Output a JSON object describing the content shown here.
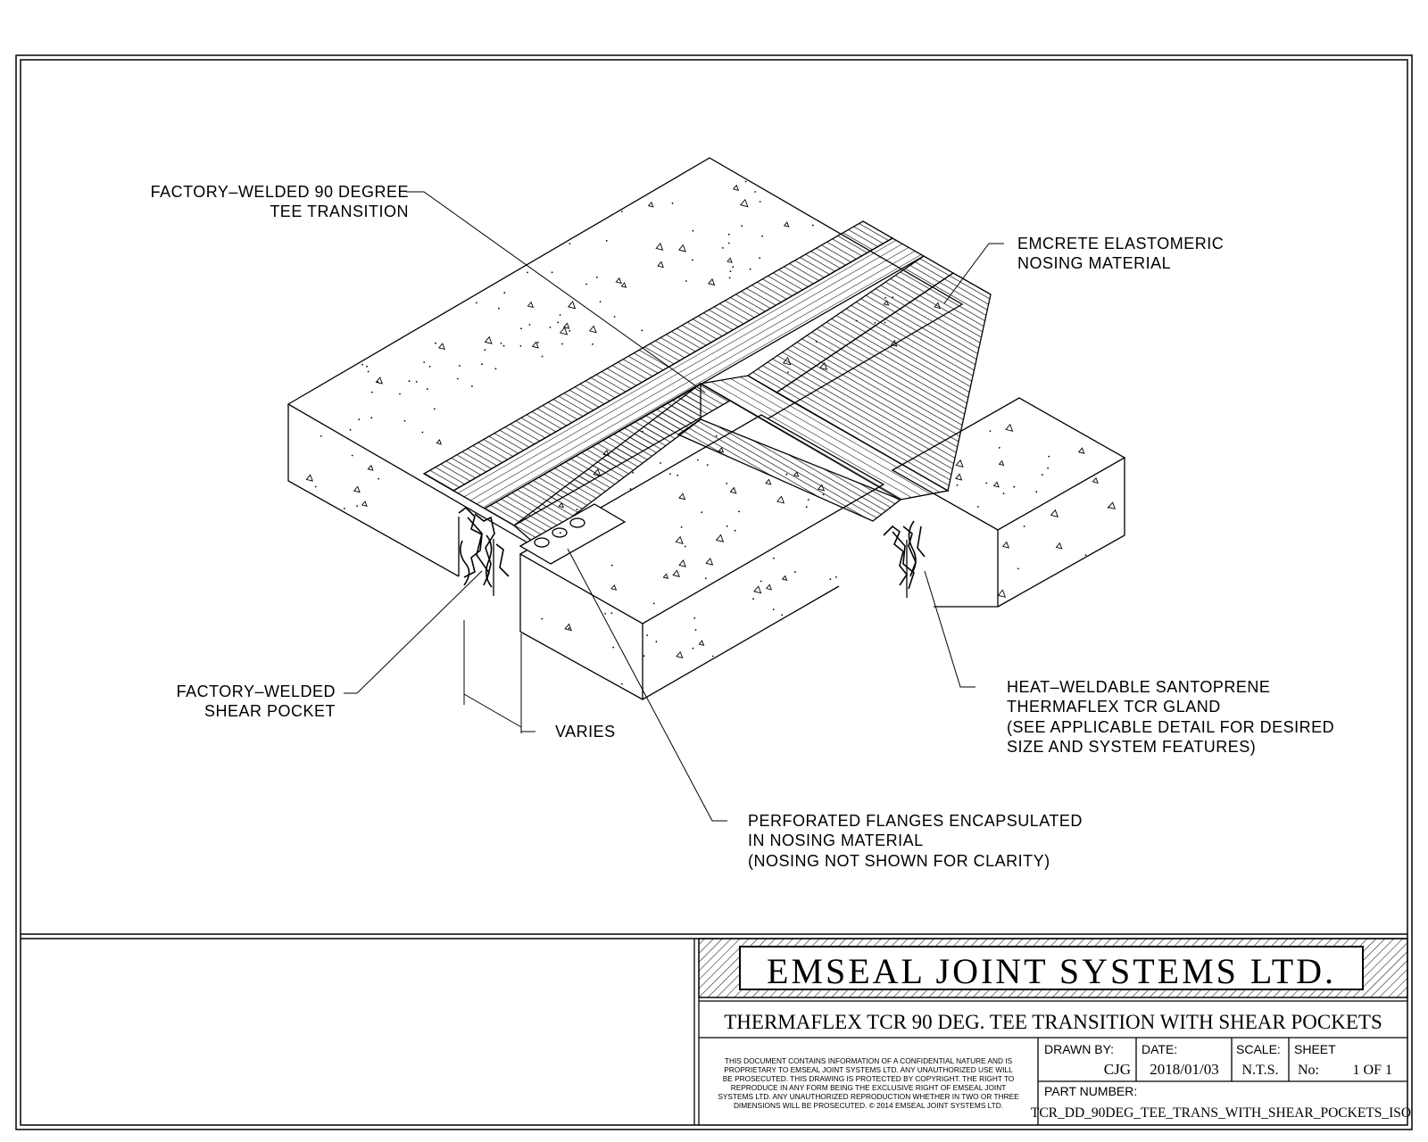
{
  "callouts": {
    "tee_transition": [
      "FACTORY–WELDED 90 DEGREE",
      "TEE TRANSITION"
    ],
    "nosing": [
      "EMCRETE ELASTOMERIC",
      "NOSING MATERIAL"
    ],
    "shear_pocket": [
      "FACTORY–WELDED",
      "SHEAR POCKET"
    ],
    "varies": "VARIES",
    "gland": [
      "HEAT–WELDABLE SANTOPRENE",
      "THERMAFLEX TCR GLAND",
      "(SEE APPLICABLE DETAIL FOR DESIRED",
      "SIZE AND SYSTEM FEATURES)"
    ],
    "flanges": [
      "PERFORATED FLANGES ENCAPSULATED",
      "IN NOSING MATERIAL",
      "(NOSING NOT SHOWN FOR CLARITY)"
    ]
  },
  "title_block": {
    "company": "EMSEAL JOINT SYSTEMS LTD.",
    "drawing_title": "THERMAFLEX TCR 90 DEG. TEE TRANSITION WITH SHEAR POCKETS",
    "notice": [
      "THIS DOCUMENT CONTAINS INFORMATION OF A CONFIDENTIAL NATURE AND IS",
      "PROPRIETARY TO EMSEAL JOINT SYSTEMS LTD. ANY UNAUTHORIZED USE WILL",
      "BE PROSECUTED. THIS DRAWING IS PROTECTED BY COPYRIGHT. THE RIGHT TO",
      "REPRODUCE IN ANY FORM BEING THE EXCLUSIVE RIGHT OF EMSEAL JOINT",
      "SYSTEMS LTD. ANY UNAUTHORIZED REPRODUCTION WHETHER IN TWO OR THREE",
      "DIMENSIONS WILL BE PROSECUTED. © 2014 EMSEAL JOINT SYSTEMS LTD."
    ],
    "drawn_by_label": "DRAWN BY:",
    "drawn_by": "CJG",
    "date_label": "DATE:",
    "date": "2018/01/03",
    "scale_label": "SCALE:",
    "scale": "N.T.S.",
    "sheet_label": "SHEET",
    "sheet_no_label": "No:",
    "sheet_no": "1 OF 1",
    "part_number_label": "PART NUMBER:",
    "part_number": "TCR_DD_90DEG_TEE_TRANS_WITH_SHEAR_POCKETS_ISO"
  }
}
